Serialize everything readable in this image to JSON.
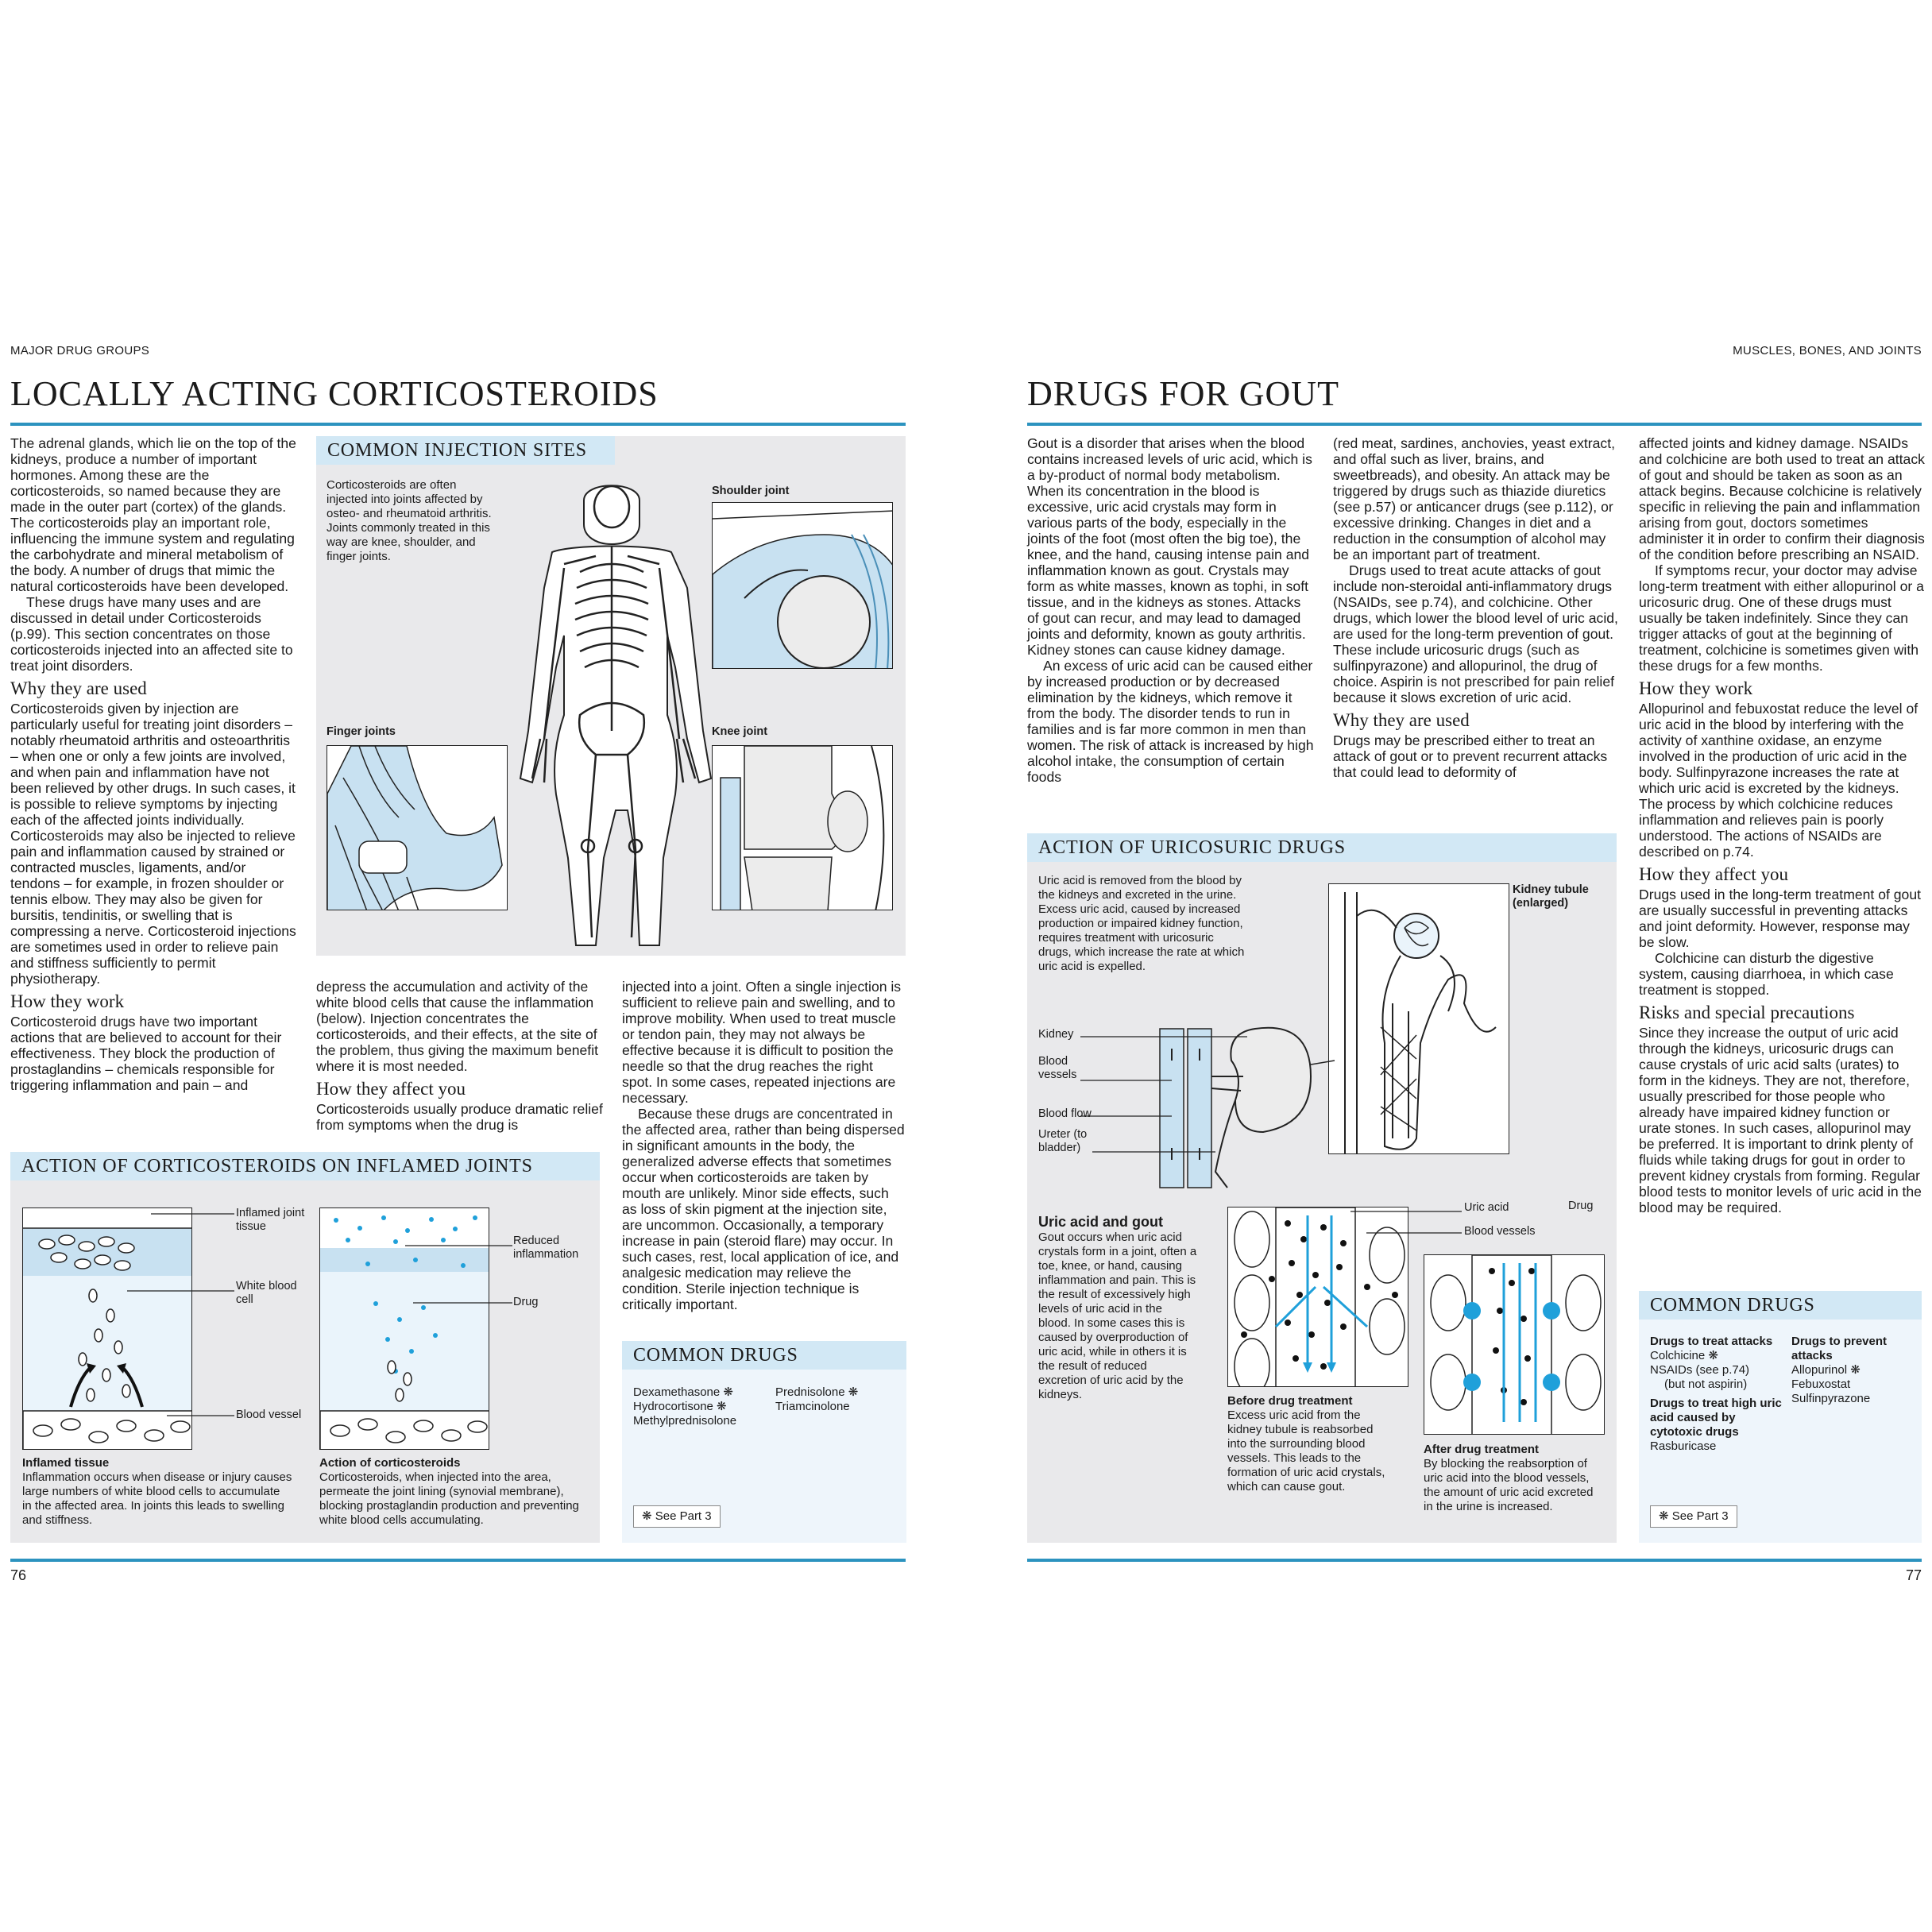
{
  "left": {
    "running_head": "MAJOR DRUG GROUPS",
    "title": "LOCALLY ACTING CORTICOSTEROIDS",
    "page_number": "76",
    "col1": {
      "intro1": "The adrenal glands, which lie on the top of the kidneys, produce a number of important hormones. Among these are the corticosteroids, so named because they are made in the outer part (cortex) of the glands. The corticosteroids play an important role, influencing the immune system and regulating the carbohydrate and mineral metabolism of the body. A number of drugs that mimic the natural corticosteroids have been developed.",
      "intro2": "These drugs have many uses and are discussed in detail under Corticosteroids (p.99). This section concentrates on those corticosteroids injected into an affected site to treat joint disorders.",
      "h_why": "Why they are used",
      "why": "Corticosteroids given by injection are particularly useful for treating joint disorders – notably rheumatoid arthritis and osteoarthritis – when one or only a few joints are involved, and when pain and inflammation have not been relieved by other drugs. In such cases, it is possible to relieve symptoms by injecting each of the affected joints individually. Corticosteroids may also be injected to relieve pain and inflammation caused by strained or contracted muscles, ligaments, and/or tendons – for example, in frozen shoulder or tennis elbow. They may also be given for bursitis, tendinitis, or swelling that is compressing a nerve. Corticosteroid injections are sometimes used in order to relieve pain and stiffness sufficiently to permit physiotherapy.",
      "h_how": "How they work",
      "how": "Corticosteroid drugs have two important actions that are believed to account for their effectiveness. They block the production of prostaglandins – chemicals responsible for triggering inflammation and pain – and"
    },
    "col2": {
      "p1": "depress the accumulation and activity of the white blood cells that cause the inflammation (below). Injection concentrates the corticosteroids, and their effects, at the site of the problem, thus giving the maximum benefit where it is most needed.",
      "h_affect": "How they affect you",
      "affect": "Corticosteroids usually produce dramatic relief from symptoms when the drug is"
    },
    "col3": {
      "p1": "injected into a joint. Often a single injection is sufficient to relieve pain and swelling, and to improve mobility. When used to treat muscle or tendon pain, they may not always be effective because it is difficult to position the needle so that the drug reaches the right spot. In some cases, repeated injections are necessary.",
      "p2": "Because these drugs are concentrated in the affected area, rather than being dispersed in significant amounts in the body, the generalized adverse effects that sometimes occur when corticosteroids are taken by mouth are unlikely. Minor side effects, such as loss of skin pigment at the injection site, are uncommon. Occasionally, a temporary increase in pain (steroid flare) may occur. In such cases, rest, local application of ice, and analgesic medication may relieve the condition. Sterile injection technique is critically important."
    },
    "injection_panel": {
      "heading": "COMMON INJECTION SITES",
      "caption": "Corticosteroids are often injected into joints affected by osteo- and rheumatoid arthritis. Joints commonly treated in this way are knee, shoulder, and finger joints.",
      "shoulder": "Shoulder joint",
      "finger": "Finger joints",
      "knee": "Knee joint"
    },
    "action_panel": {
      "heading": "ACTION OF CORTICOSTEROIDS ON INFLAMED JOINTS",
      "labels": {
        "inflamed_tissue": "Inflamed joint tissue",
        "white_cell": "White blood cell",
        "blood_vessel": "Blood vessel",
        "reduced": "Reduced inflammation",
        "drug": "Drug"
      },
      "cap1_title": "Inflamed tissue",
      "cap1": "Inflammation occurs when disease or injury causes large numbers of white blood cells to accumulate in the affected area. In joints this leads to swelling and stiffness.",
      "cap2_title": "Action of corticosteroids",
      "cap2": "Corticosteroids, when injected into the area, permeate the joint lining (synovial membrane), blocking prostaglandin production and preventing white blood cells accumulating."
    },
    "common_drugs": {
      "heading": "COMMON DRUGS",
      "col_a": [
        "Dexamethasone ❋",
        "Hydrocortisone ❋",
        "Methylprednisolone"
      ],
      "col_b": [
        "Prednisolone ❋",
        "Triamcinolone"
      ],
      "see": "❋ See Part 3"
    }
  },
  "right": {
    "running_head": "MUSCLES, BONES, AND JOINTS",
    "title": "DRUGS FOR GOUT",
    "page_number": "77",
    "col1": "Gout is a disorder that arises when the blood contains increased levels of uric acid, which is a by-product of normal body metabolism. When its concentration in the blood is excessive, uric acid crystals may form in various parts of the body, especially in the joints of the foot (most often the big toe), the knee, and the hand, causing intense pain and inflammation known as gout. Crystals may form as white masses, known as tophi, in soft tissue, and in the kidneys as stones. Attacks of gout can recur, and may lead to damaged joints and deformity, known as gouty arthritis. Kidney stones can cause kidney damage.",
    "col1b": "An excess of uric acid can be caused either by increased production or by decreased elimination by the kidneys, which remove it from the body. The disorder tends to run in families and is far more common in men than women. The risk of attack is increased by high alcohol intake, the consumption of certain foods",
    "col2": "(red meat, sardines, anchovies, yeast extract, and offal such as liver, brains, and sweetbreads), and obesity. An attack may be triggered by drugs such as thiazide diuretics (see p.57) or anticancer drugs (see p.112), or excessive drinking. Changes in diet and a reduction in the consumption of alcohol may be an important part of treatment.",
    "col2b": "Drugs used to treat acute attacks of gout include non-steroidal anti-inflammatory drugs (NSAIDs, see p.74), and colchicine. Other drugs, which lower the blood level of uric acid, are used for the long-term prevention of gout. These include uricosuric drugs (such as sulfinpyrazone) and allopurinol, the drug of choice. Aspirin is not prescribed for pain relief because it slows excretion of uric acid.",
    "h_why": "Why they are used",
    "why": "Drugs may be prescribed either to treat an attack of gout or to prevent recurrent attacks that could lead to deformity of",
    "col3a": "affected joints and kidney damage. NSAIDs and colchicine are both used to treat an attack of gout and should be taken as soon as an attack begins. Because colchicine is relatively specific in relieving the pain and inflammation arising from gout, doctors sometimes administer it in order to confirm their diagnosis of the condition before prescribing an NSAID.",
    "col3b": "If symptoms recur, your doctor may advise long-term treatment with either allopurinol or a uricosuric drug. One of these drugs must usually be taken indefinitely. Since they can trigger attacks of gout at the beginning of treatment, colchicine is sometimes given with these drugs for a few months.",
    "h_work": "How they work",
    "work": "Allopurinol and febuxostat reduce the level of uric acid in the blood by interfering with the activity of xanthine oxidase, an enzyme involved in the production of uric acid in the body. Sulfinpyrazone increases the rate at which uric acid is excreted by the kidneys. The process by which colchicine reduces inflammation and relieves pain is poorly understood. The actions of NSAIDs are described on p.74.",
    "h_affect": "How they affect you",
    "affect1": "Drugs used in the long-term treatment of gout are usually successful in preventing attacks and joint deformity. However, response may be slow.",
    "affect2": "Colchicine can disturb the digestive system, causing diarrhoea, in which case treatment is stopped.",
    "h_risk": "Risks and special precautions",
    "risk": "Since they increase the output of uric acid through the kidneys, uricosuric drugs can cause crystals of uric acid salts (urates) to form in the kidneys. They are not, therefore, usually prescribed for those people who already have impaired kidney function or urate stones. In such cases, allopurinol may be preferred. It is important to drink plenty of fluids while taking drugs for gout in order to prevent kidney crystals from forming. Regular blood tests to monitor levels of uric acid in the blood may be required.",
    "uricosuric_panel": {
      "heading": "ACTION OF URICOSURIC DRUGS",
      "caption": "Uric acid is removed from the blood by the kidneys and excreted in the urine. Excess uric acid, caused by increased production or impaired kidney function, requires treatment with uricosuric drugs, which increase the rate at which uric acid is expelled.",
      "kidney_tubule": "Kidney tubule (enlarged)",
      "kidney": "Kidney",
      "blood_vessels": "Blood vessels",
      "blood_flow": "Blood flow",
      "ureter": "Ureter (to bladder)",
      "gout_title": "Uric acid and gout",
      "gout_text": "Gout occurs when uric acid crystals form in a joint, often a toe, knee, or hand, causing inflammation and pain. This is the result of excessively high levels of uric acid in the blood. In some cases this is caused by overproduction of uric acid, while in others it is the result of reduced excretion of uric acid by the kidneys.",
      "uric_acid": "Uric acid",
      "blood_vessels2": "Blood vessels",
      "drug": "Drug",
      "before_title": "Before drug treatment",
      "before": "Excess uric acid from the kidney tubule is reabsorbed into the surrounding blood vessels. This leads to the formation of uric acid crystals, which can cause gout.",
      "after_title": "After drug treatment",
      "after": "By blocking the reabsorption of uric acid into the blood vessels, the amount of uric acid excreted in the urine is increased."
    },
    "common_drugs": {
      "heading": "COMMON DRUGS",
      "treat_title": "Drugs to treat attacks",
      "treat": [
        "Colchicine ❋",
        "NSAIDs (see p.74)",
        "(but not aspirin)"
      ],
      "high_title": "Drugs to treat high uric acid caused by cytotoxic drugs",
      "high": [
        "Rasburicase"
      ],
      "prevent_title": "Drugs to prevent attacks",
      "prevent": [
        "Allopurinol ❋",
        "Febuxostat",
        "Sulfinpyrazone"
      ],
      "see": "❋ See Part 3"
    }
  },
  "colors": {
    "accent": "#2c93bf",
    "panel": "#e9e9eb",
    "bar": "#d2e8f5",
    "tint": "#c8e1f1",
    "drug": "#1fa0da"
  }
}
